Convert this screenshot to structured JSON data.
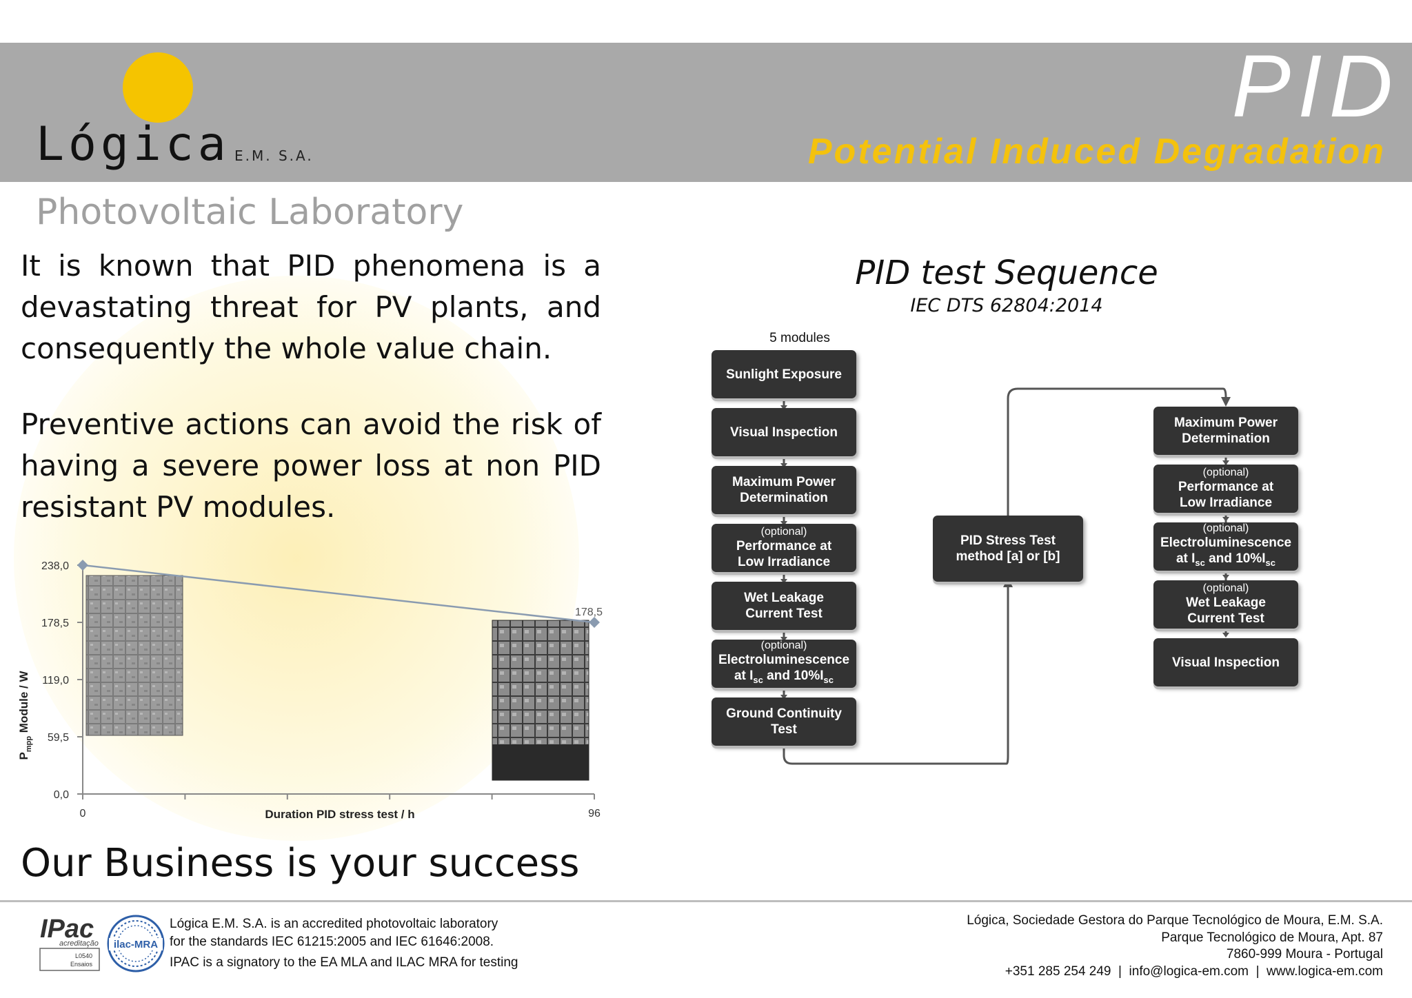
{
  "header": {
    "logo_text": "Lógica",
    "logo_suffix": "E.M. S.A.",
    "title": "PID",
    "subtitle": "Potential Induced Degradation",
    "colors": {
      "band": "#a9a9a9",
      "accent": "#f4c20d",
      "sun": "#f5c400"
    }
  },
  "lab_title": "Photovoltaic Laboratory",
  "intro": {
    "p1": "It is known that PID phenomena is a devastating threat for PV plants, and consequently the whole value chain.",
    "p2": "Preventive actions can avoid the risk of having a severe power loss at non PID resistant PV modules."
  },
  "chart_data": {
    "type": "line",
    "x": [
      0,
      96
    ],
    "series": [
      {
        "values": [
          238.0,
          178.5
        ]
      }
    ],
    "point_labels": [
      "",
      "178,5"
    ],
    "xlabel": "Duration PID stress test / h",
    "ylabel_main": "P",
    "ylabel_sub": "mpp",
    "ylabel_rest": " Module / W",
    "yticks": [
      "0,0",
      "59,5",
      "119,0",
      "178,5",
      "238,0"
    ],
    "ytick_values": [
      0,
      59.5,
      119.0,
      178.5,
      238.0
    ],
    "xticks": [
      "0",
      "96"
    ],
    "xlim": [
      0,
      96
    ],
    "ylim": [
      0,
      238
    ],
    "grid": false
  },
  "slogan": "Our Business is your success",
  "sequence": {
    "title": "PID test Sequence",
    "standard": "IEC DTS 62804:2014",
    "modules_label": "5 modules",
    "optional_tag": "(optional)",
    "left_column": {
      "sunlight": "Sunlight Exposure",
      "visual": "Visual Inspection",
      "mpd_1": "Maximum Power",
      "mpd_2": "Determination",
      "perf_1": "Performance at",
      "perf_2": "Low Irradiance",
      "wet_1": "Wet Leakage",
      "wet_2": "Current Test",
      "el_1": "Electroluminescence",
      "el_at": "at I",
      "el_sub": "sc",
      "el_and": " and 10%I",
      "gc_1": "Ground Continuity",
      "gc_2": "Test"
    },
    "center": {
      "stress_1": "PID Stress Test",
      "stress_2": "method [a] or [b]"
    },
    "right_column": {
      "mpd_1": "Maximum Power",
      "mpd_2": "Determination",
      "perf_1": "Performance at",
      "perf_2": "Low Irradiance",
      "el_1": "Electroluminescence",
      "wet_1": "Wet Leakage",
      "wet_2": "Current Test",
      "visual": "Visual Inspection"
    }
  },
  "footer": {
    "ipac_text": "IPac",
    "ipac_sub": "acreditação",
    "ipac_code": "L0540",
    "ipac_code2": "Ensaios",
    "ilac_text": "ilac-MRA",
    "accr_line1": "Lógica E.M. S.A. is an accredited photovoltaic laboratory",
    "accr_line2": "for the standards IEC 61215:2005 and IEC 61646:2008.",
    "accr_line3": "IPAC is a signatory to the EA MLA and ILAC MRA for testing",
    "company_line1": "Lógica, Sociedade Gestora do Parque Tecnológico de Moura, E.M. S.A.",
    "company_line2": "Parque Tecnológico de Moura, Apt. 87",
    "company_line3": "7860-999 Moura - Portugal",
    "contact_line": "+351 285 254 249  |  info@logica-em.com  |  www.logica-em.com"
  }
}
